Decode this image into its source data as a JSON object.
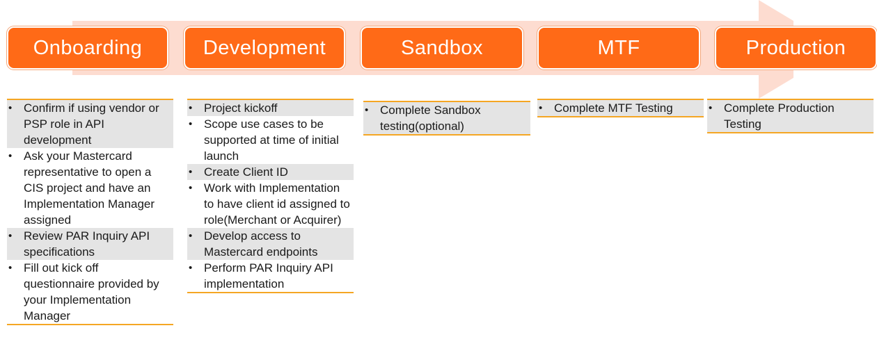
{
  "colors": {
    "stage_fill": "#ff6a17",
    "arrow": "#fddcd0",
    "rule": "#f5a623",
    "shade": "#e4e4e4"
  },
  "stages": [
    "Onboarding",
    "Development",
    "Sandbox",
    "MTF",
    "Production"
  ],
  "columns": [
    {
      "items": [
        {
          "text": "Confirm if using vendor or PSP role in API development",
          "shaded": true
        },
        {
          "text": "Ask your Mastercard representative to open a CIS project and have an Implementation Manager assigned",
          "shaded": false
        },
        {
          "text": "Review PAR Inquiry API specifications",
          "shaded": true
        },
        {
          "text": "Fill out kick off questionnaire provided by your Implementation Manager",
          "shaded": false
        }
      ]
    },
    {
      "items": [
        {
          "text": "Project kickoff",
          "shaded": true
        },
        {
          "text": "Scope use cases to be supported at time of initial launch",
          "shaded": false
        },
        {
          "text": "Create Client ID",
          "shaded": true
        },
        {
          "text": "Work with Implementation to have client id assigned to role(Merchant or Acquirer)",
          "shaded": false
        },
        {
          "text": "Develop access to Mastercard endpoints",
          "shaded": true
        },
        {
          "text": "Perform PAR Inquiry API implementation",
          "shaded": false
        }
      ]
    },
    {
      "items": [
        {
          "text": "Complete Sandbox testing(optional)",
          "shaded": true
        }
      ]
    },
    {
      "items": [
        {
          "text": "Complete MTF Testing",
          "shaded": true
        }
      ]
    },
    {
      "items": [
        {
          "text": "Complete Production Testing",
          "shaded": true
        }
      ]
    }
  ]
}
